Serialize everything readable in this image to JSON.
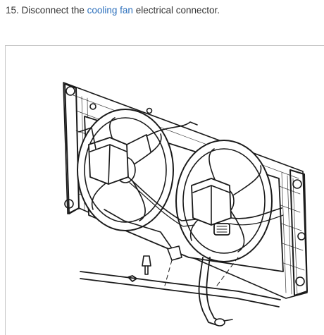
{
  "instruction": {
    "number": "15.",
    "before_link": "Disconnect the",
    "link_text": "cooling fan",
    "after_link": "electrical connector."
  },
  "figure": {
    "icon": "radiator-cooling-fan-diagram-icon"
  },
  "colors": {
    "text": "#333333",
    "link": "#2a6ebb",
    "frame_border": "#c8c8c8",
    "line_art": "#1a1a1a"
  }
}
